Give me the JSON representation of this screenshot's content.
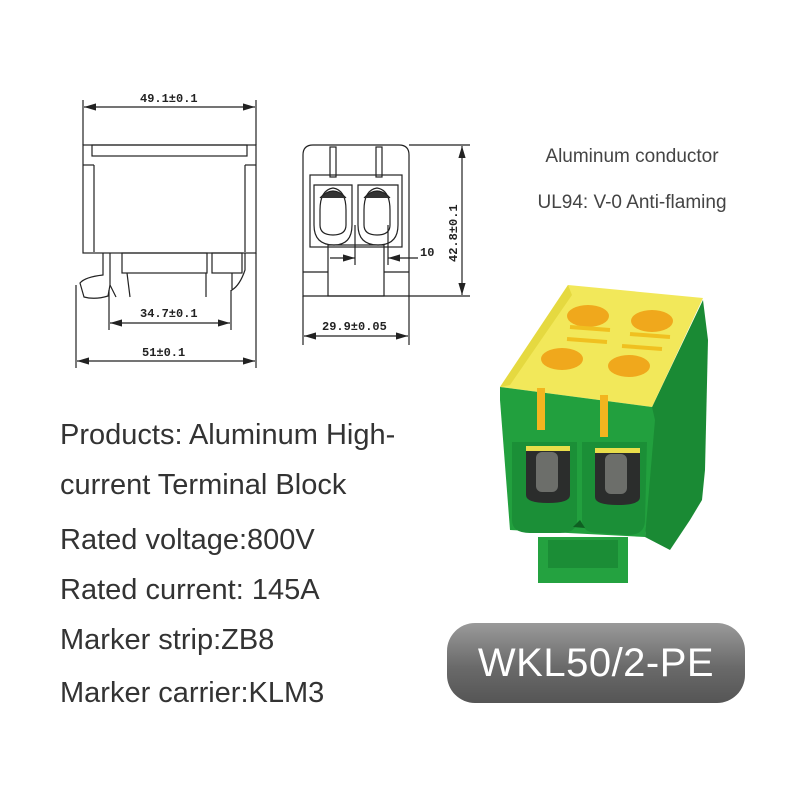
{
  "drawing": {
    "side_view": {
      "top_width": "49.1±0.1",
      "rail_width": "34.7±0.1",
      "base_width": "51±0.1"
    },
    "front_view": {
      "height": "42.8±0.1",
      "width": "29.9±0.05",
      "offset": "10"
    }
  },
  "features": [
    "Aluminum conductor",
    "UL94: V-0 Anti-flaming"
  ],
  "specs": {
    "title_line1": "Products: Aluminum High-",
    "title_line2": "current Terminal Block",
    "voltage": "Rated voltage:800V",
    "current": "Rated current: 145A",
    "marker_strip": "Marker strip:ZB8",
    "marker_carrier": "Marker carrier:KLM3"
  },
  "model": "WKL50/2-PE",
  "colors": {
    "housing_green": "#1f9a3a",
    "cover_yellow": "#f2e85a",
    "badge_gray": "#707070"
  }
}
